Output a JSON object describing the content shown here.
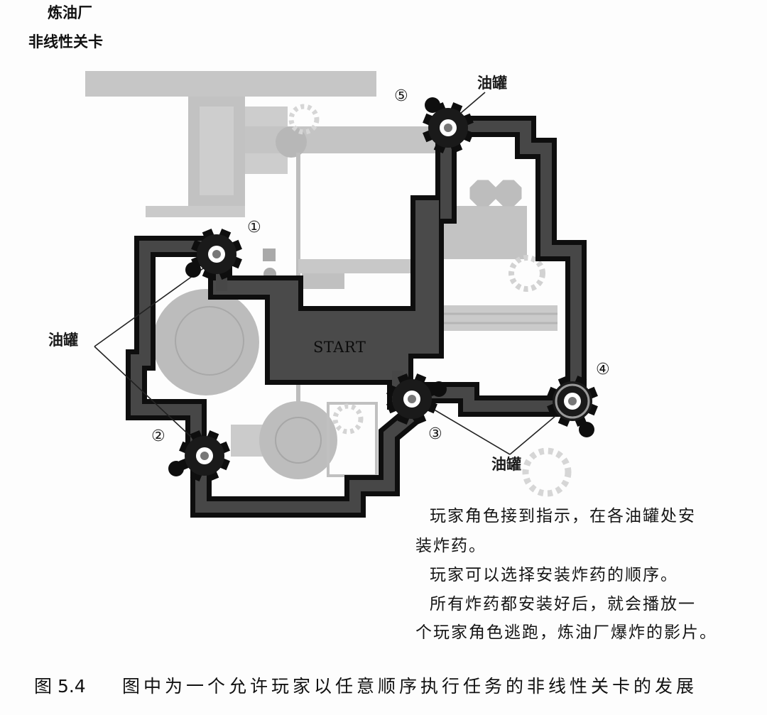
{
  "header": {
    "title": "炼油厂",
    "subtitle": "非线性关卡"
  },
  "map": {
    "start_label": "START",
    "markers": [
      "①",
      "②",
      "③",
      "④",
      "⑤"
    ],
    "callouts": [
      "油罐",
      "油罐",
      "油罐"
    ],
    "icons": {
      "oil_tank": "gear-icon"
    },
    "colors": {
      "corridor": "#474747",
      "outline": "#0e0e0e",
      "start_area": "#4a4a4a",
      "background_structure": "#c6c6c6"
    }
  },
  "description": {
    "lines": [
      "玩家角色接到指示，在各油罐处安",
      "装炸药。",
      "玩家可以选择安装炸药的顺序。",
      "所有炸药都安装好后，就会播放一",
      "个玩家角色逃跑，炼油厂爆炸的影片。"
    ]
  },
  "caption": {
    "label": "图 5.4",
    "text": "图中为一个允许玩家以任意顺序执行任务的非线性关卡的发展"
  }
}
